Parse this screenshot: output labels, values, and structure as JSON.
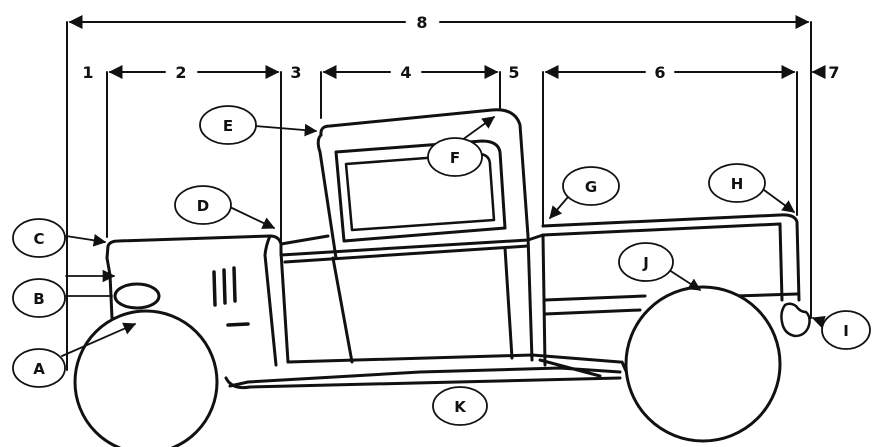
{
  "dimensions": {
    "d1": "1",
    "d2": "2",
    "d3": "3",
    "d4": "4",
    "d5": "5",
    "d6": "6",
    "d7": "7",
    "d8": "8"
  },
  "callouts": {
    "A": "A",
    "B": "B",
    "C": "C",
    "D": "D",
    "E": "E",
    "F": "F",
    "G": "G",
    "H": "H",
    "I": "I",
    "J": "J",
    "K": "K"
  }
}
